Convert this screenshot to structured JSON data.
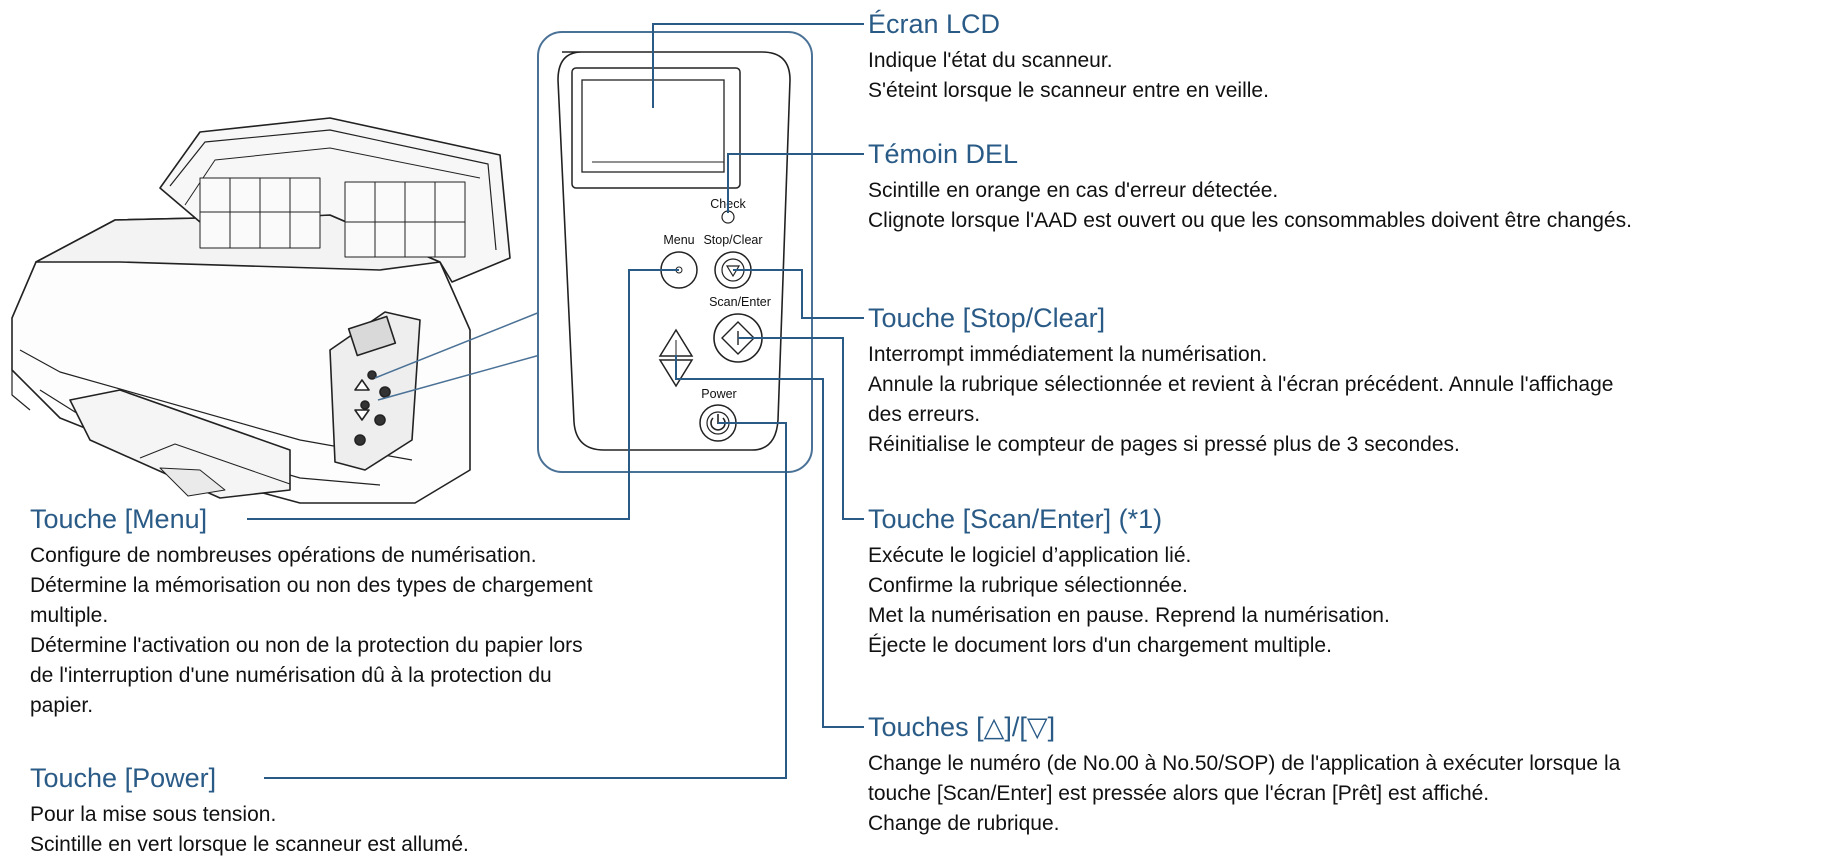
{
  "panel": {
    "check_label": "Check",
    "menu_label": "Menu",
    "stop_label": "Stop/Clear",
    "scan_label": "Scan/Enter",
    "power_label": "Power"
  },
  "callouts": {
    "lcd": {
      "title": "Écran LCD",
      "lines": [
        "Indique l'état du scanneur.",
        "S'éteint lorsque le scanneur entre en veille."
      ]
    },
    "led": {
      "title": "Témoin DEL",
      "lines": [
        "Scintille en orange en cas d'erreur détectée.",
        "Clignote lorsque l'AAD est ouvert ou que les consommables doivent être changés."
      ]
    },
    "stop": {
      "title": "Touche [Stop/Clear]",
      "lines": [
        "Interrompt immédiatement la numérisation.",
        "Annule la rubrique sélectionnée et revient à l'écran précédent. Annule l'affichage",
        "des erreurs.",
        "Réinitialise le compteur de pages si pressé plus de 3 secondes."
      ]
    },
    "scan": {
      "title": "Touche [Scan/Enter] (*1)",
      "lines": [
        "Exécute le logiciel d’application lié.",
        "Confirme la rubrique sélectionnée.",
        "Met la numérisation en pause. Reprend la numérisation.",
        "Éjecte le document lors d'un chargement multiple."
      ]
    },
    "arrows": {
      "title": "Touches [△]/[▽]",
      "lines": [
        "Change le numéro (de No.00 à No.50/SOP) de l'application à exécuter lorsque la",
        "touche [Scan/Enter] est pressée alors que l'écran [Prêt] est affiché.",
        "Change de rubrique."
      ]
    },
    "menu": {
      "title": "Touche [Menu]",
      "lines": [
        "Configure de nombreuses opérations de numérisation.",
        "Détermine la mémorisation ou non des types de chargement",
        "multiple.",
        "Détermine l'activation ou non de la protection du papier lors",
        "de l'interruption d'une numérisation dû à la protection du",
        "papier."
      ]
    },
    "power": {
      "title": "Touche [Power]",
      "lines": [
        "Pour la mise sous tension.",
        "Scintille en vert lorsque le scanneur est allumé."
      ]
    }
  },
  "colors": {
    "leader": "#2a5b87",
    "panel_border": "#4a7196",
    "text": "#111111"
  }
}
